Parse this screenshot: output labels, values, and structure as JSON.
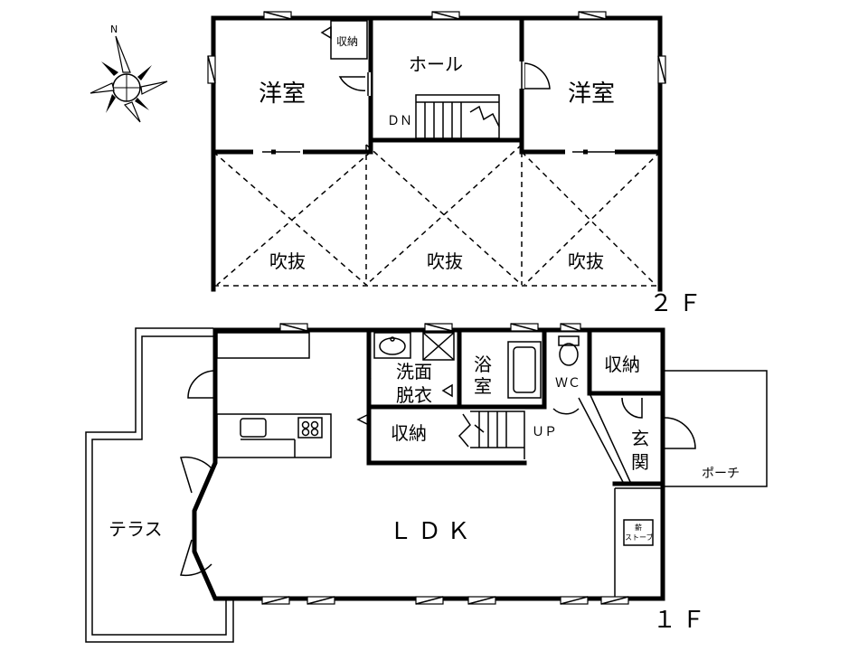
{
  "compass": {
    "north_label": "N"
  },
  "floor2": {
    "floor_label": "２Ｆ",
    "rooms": {
      "western_left": "洋室",
      "western_right": "洋室",
      "storage": "収納",
      "hall": "ホール",
      "stair_dn": "ＤＮ",
      "void_left": "吹抜",
      "void_center": "吹抜",
      "void_right": "吹抜"
    }
  },
  "floor1": {
    "floor_label": "１Ｆ",
    "rooms": {
      "washroom_line1": "洗面",
      "washroom_line2": "脱衣",
      "bath_line1": "浴",
      "bath_line2": "室",
      "wc": "ＷＣ",
      "storage_right": "収納",
      "storage_center": "収納",
      "stair_up": "ＵＰ",
      "entrance_line1": "玄",
      "entrance_line2": "関",
      "porch": "ポーチ",
      "ldk": "ＬＤＫ",
      "terrace": "テラス",
      "stove_line1": "薪",
      "stove_line2": "ストーブ"
    }
  }
}
